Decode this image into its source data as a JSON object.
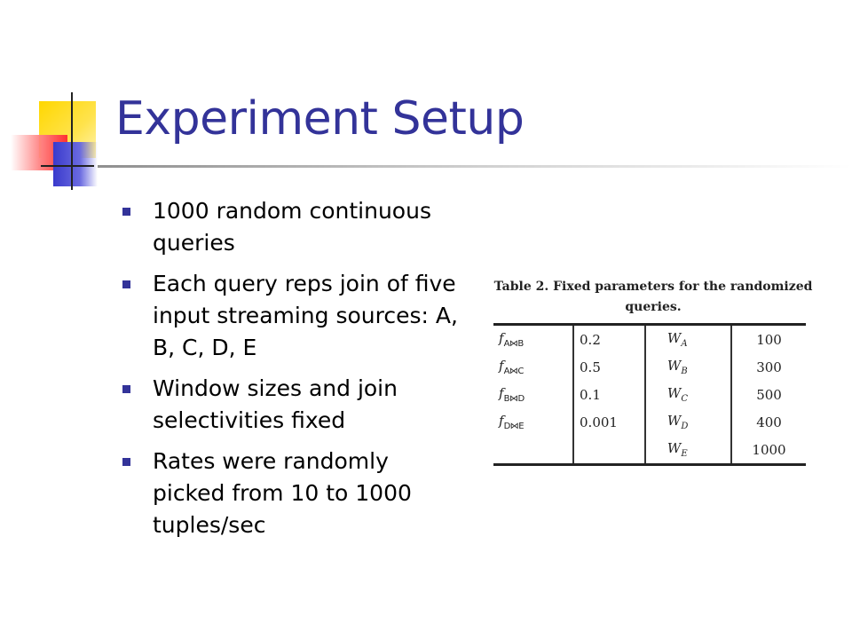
{
  "slide": {
    "title": "Experiment Setup",
    "accent_color": "#333399",
    "bullets": [
      "1000 random continuous queries",
      "Each query reps join of five input streaming sources: A, B, C, D, E",
      "Window sizes and join selectivities fixed",
      "Rates were randomly picked from 10 to 1000 tuples/sec"
    ]
  },
  "table": {
    "caption": "Table 2. Fixed parameters for the randomized queries.",
    "join_symbol": "⋈",
    "rows": [
      {
        "f_symbol": "f",
        "f_left": "A",
        "f_right": "B",
        "f_value": "0.2",
        "w_symbol": "W",
        "w_sub": "A",
        "w_value": "100"
      },
      {
        "f_symbol": "f",
        "f_left": "A",
        "f_right": "C",
        "f_value": "0.5",
        "w_symbol": "W",
        "w_sub": "B",
        "w_value": "300"
      },
      {
        "f_symbol": "f",
        "f_left": "B",
        "f_right": "D",
        "f_value": "0.1",
        "w_symbol": "W",
        "w_sub": "C",
        "w_value": "500"
      },
      {
        "f_symbol": "f",
        "f_left": "D",
        "f_right": "E",
        "f_value": "0.001",
        "w_symbol": "W",
        "w_sub": "D",
        "w_value": "400"
      },
      {
        "f_symbol": "",
        "f_left": "",
        "f_right": "",
        "f_value": "",
        "w_symbol": "W",
        "w_sub": "E",
        "w_value": "1000"
      }
    ]
  }
}
